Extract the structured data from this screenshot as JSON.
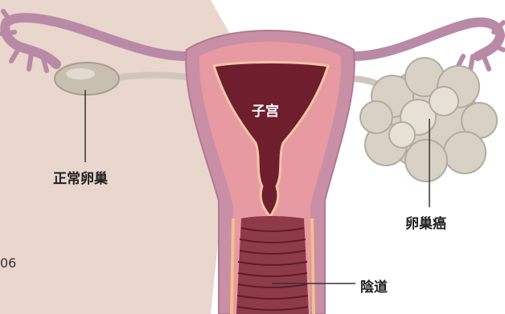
{
  "labels": {
    "uterus": "子宫",
    "normal_ovary": "正常卵巢",
    "ovarian_cancer": "卵巢癌",
    "vagina": "陰道"
  },
  "page_number": "06",
  "colors": {
    "panel": "#e9d6cc",
    "outer_tissue": "#c98fa5",
    "inner_lining": "#e89aa2",
    "cavity": "#6e1e2c",
    "tube": "#b98aa6",
    "normal_ovary": "#c9bfb0",
    "tumor": "#d8d2c6"
  }
}
